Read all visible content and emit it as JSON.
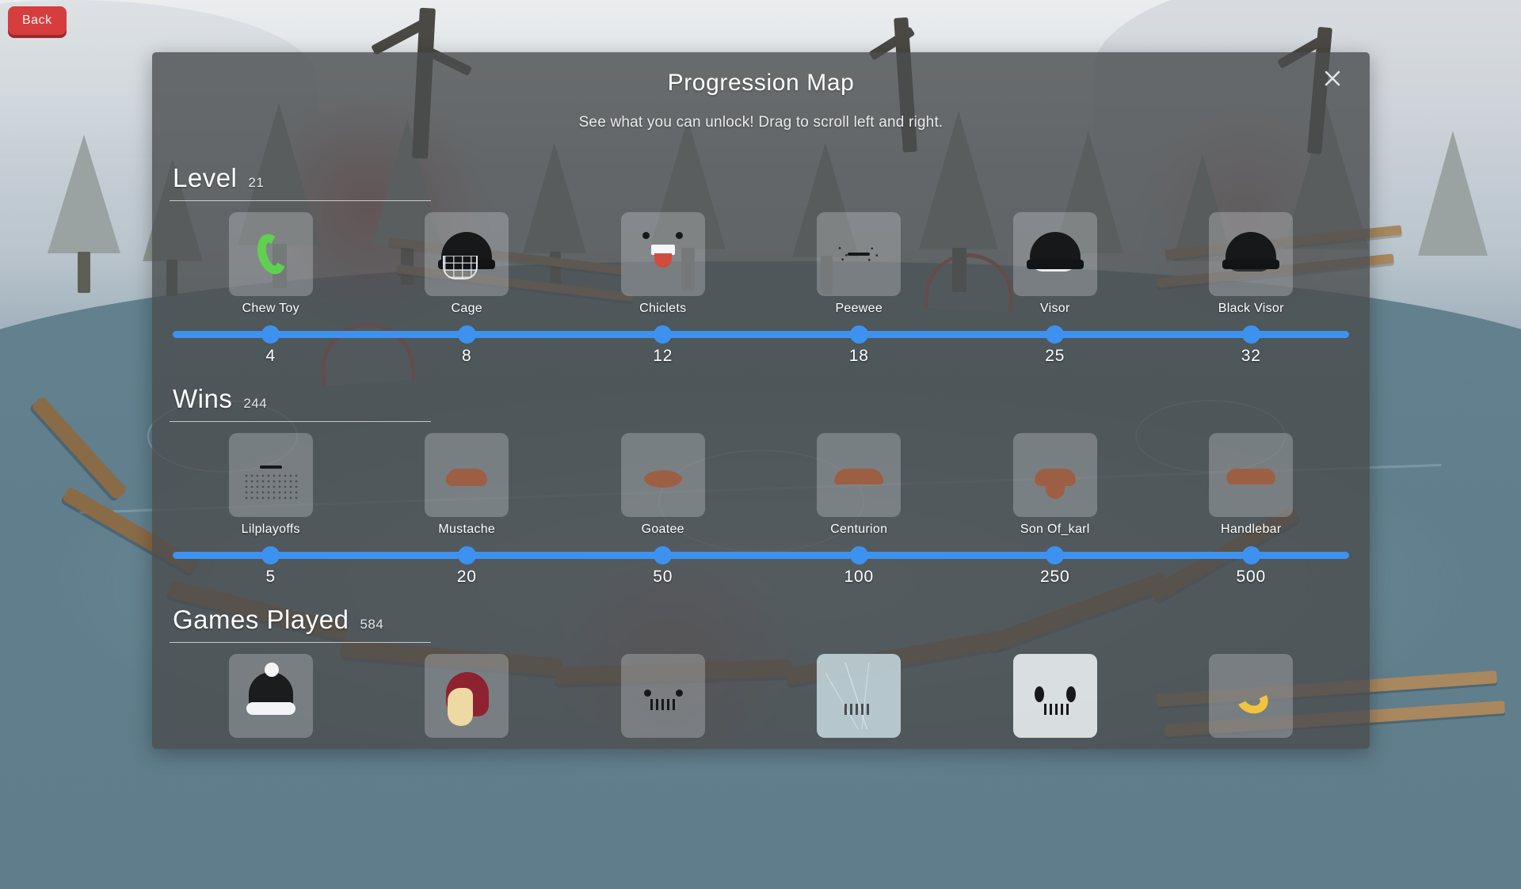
{
  "back_button": {
    "label": "Back"
  },
  "modal": {
    "title": "Progression Map",
    "subtitle": "See what you can unlock! Drag to scroll left and right.",
    "close_icon": "close-icon"
  },
  "colors": {
    "accent_blue": "#3d92f0",
    "back_button_red": "#d63d3d",
    "text_white": "#ffffff"
  },
  "sections": [
    {
      "title": "Level",
      "value": "21",
      "items": [
        {
          "label": "Chew Toy",
          "art": "chew-toy"
        },
        {
          "label": "Cage",
          "art": "cage-helmet"
        },
        {
          "label": "Chiclets",
          "art": "chiclets-face"
        },
        {
          "label": "Peewee",
          "art": "peewee-face"
        },
        {
          "label": "Visor",
          "art": "visor-helmet"
        },
        {
          "label": "Black Visor",
          "art": "black-visor-helmet"
        }
      ],
      "thresholds": [
        "4",
        "8",
        "12",
        "18",
        "25",
        "32"
      ]
    },
    {
      "title": "Wins",
      "value": "244",
      "items": [
        {
          "label": "Lilplayoffs",
          "art": "lilplayoffs-face"
        },
        {
          "label": "Mustache",
          "art": "mustache"
        },
        {
          "label": "Goatee",
          "art": "goatee"
        },
        {
          "label": "Centurion",
          "art": "centurion-stache"
        },
        {
          "label": "Son Of_karl",
          "art": "son-of-karl-beard"
        },
        {
          "label": "Handlebar",
          "art": "handlebar-stache"
        }
      ],
      "thresholds": [
        "5",
        "20",
        "50",
        "100",
        "250",
        "500"
      ]
    },
    {
      "title": "Games Played",
      "value": "584",
      "items": [
        {
          "label": "",
          "art": "black-beanie"
        },
        {
          "label": "",
          "art": "flow-hair"
        },
        {
          "label": "",
          "art": "goalie-mask"
        },
        {
          "label": "",
          "art": "frost-mask"
        },
        {
          "label": "",
          "art": "white-mask"
        },
        {
          "label": "",
          "art": "banana"
        }
      ],
      "thresholds": []
    }
  ]
}
